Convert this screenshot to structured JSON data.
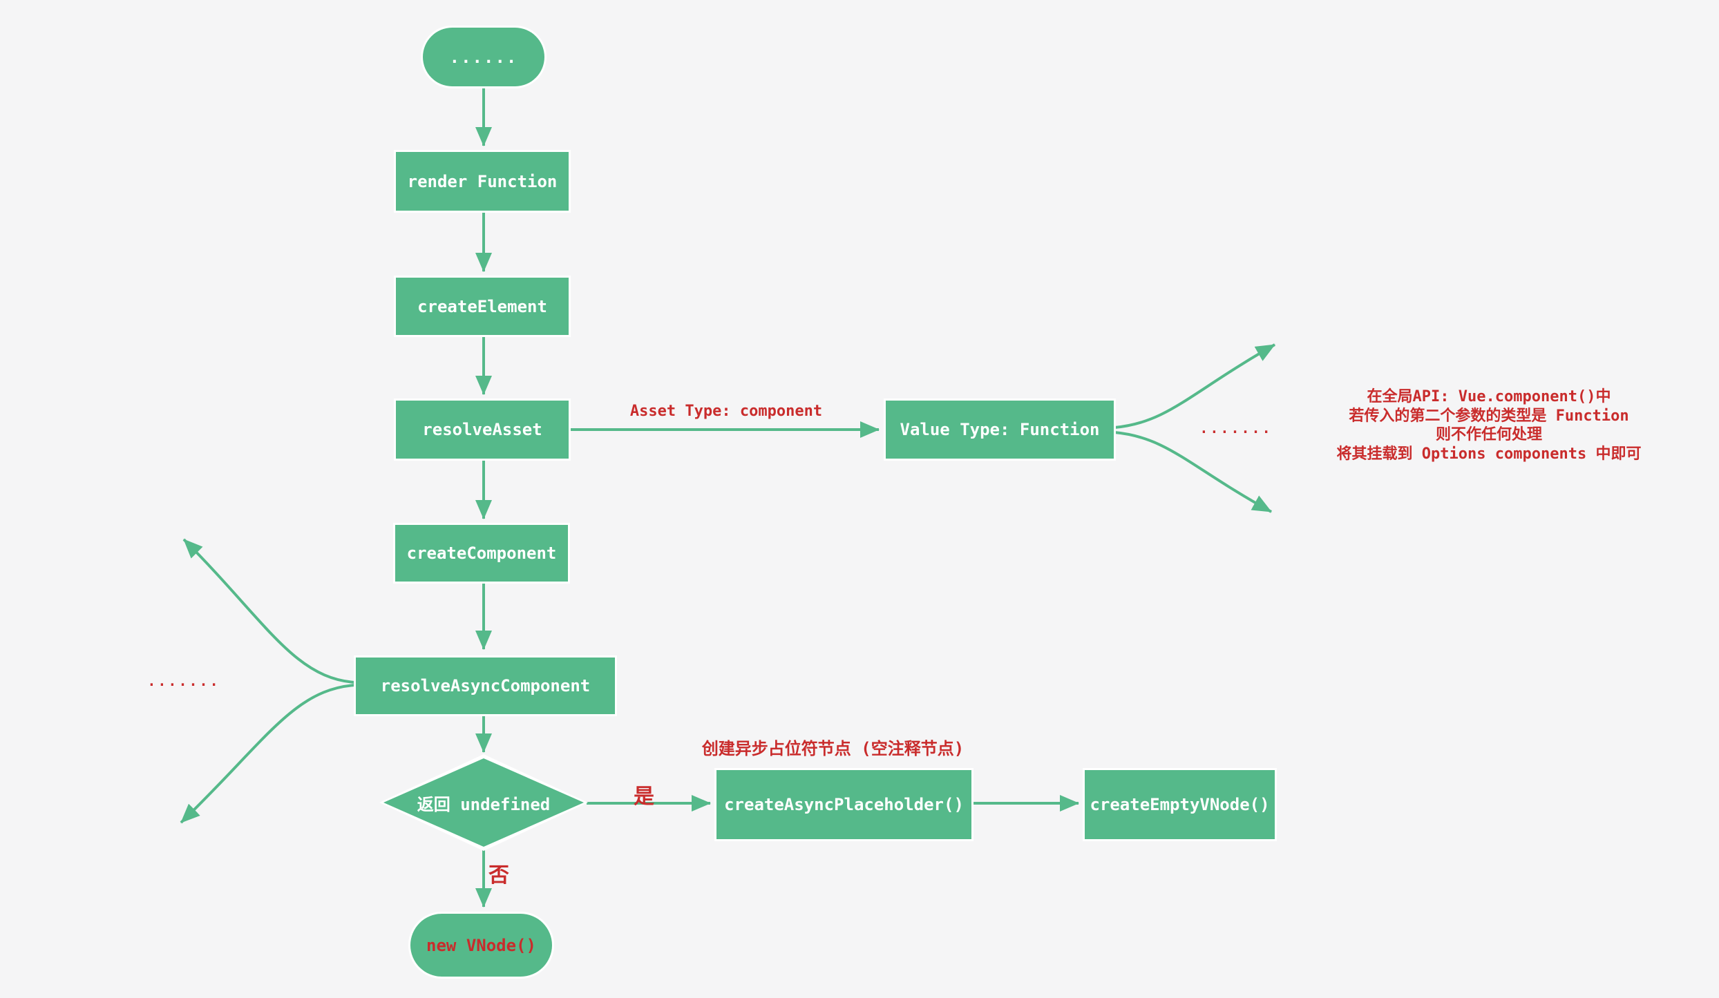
{
  "canvas": {
    "background": "#f5f5f6",
    "accent_green": "#55b98a",
    "accent_red": "#c92c2c",
    "node_text_color": "#ffffff"
  },
  "nodes": {
    "start": {
      "label": "......"
    },
    "render_function": {
      "label": "render Function"
    },
    "create_element": {
      "label": "createElement"
    },
    "resolve_asset": {
      "label": "resolveAsset"
    },
    "value_type": {
      "label": "Value Type: Function"
    },
    "create_component": {
      "label": "createComponent"
    },
    "resolve_async_component": {
      "label": "resolveAsyncComponent"
    },
    "decision": {
      "label": "返回 undefined"
    },
    "create_async_placeholder": {
      "label": "createAsyncPlaceholder()"
    },
    "create_empty_vnode": {
      "label": "createEmptyVNode()"
    },
    "new_vnode": {
      "label": "new VNode()"
    }
  },
  "labels": {
    "asset_type": "Asset Type: component",
    "yes": "是",
    "no": "否",
    "placeholder_caption": "创建异步占位符节点 (空注释节点)",
    "left_dots": ".......",
    "right_dots": "......."
  },
  "note": {
    "lines": [
      "在全局API: Vue.component()中",
      "若传入的第二个参数的类型是 Function",
      "则不作任何处理",
      "将其挂载到 Options components 中即可"
    ]
  }
}
